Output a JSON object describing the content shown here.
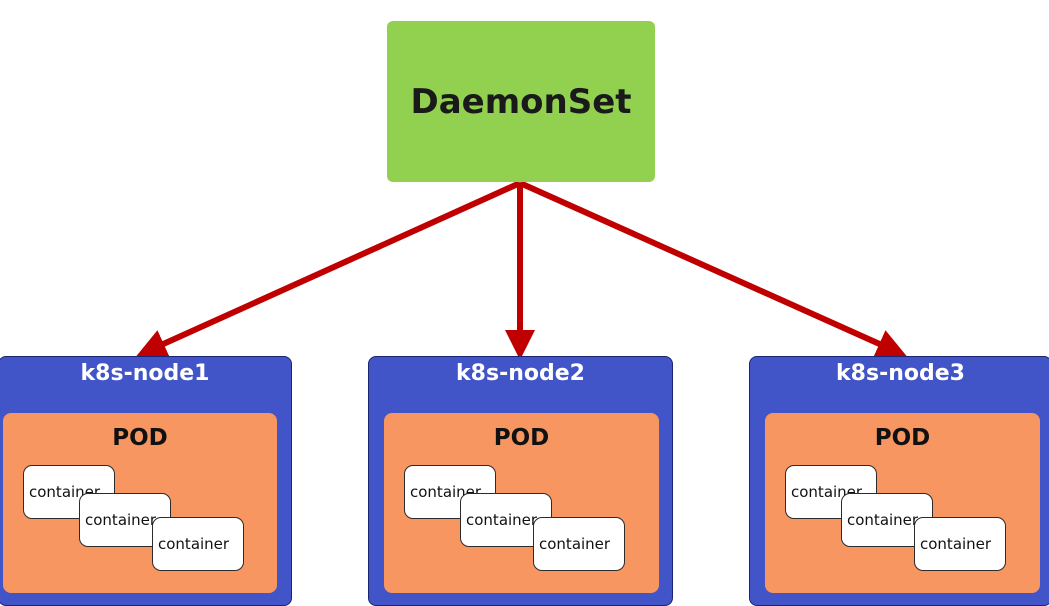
{
  "daemonset": {
    "label": "DaemonSet",
    "color": "#92d050"
  },
  "arrow_color": "#c00000",
  "node_color": "#4155c8",
  "pod_color": "#f79660",
  "nodes": [
    {
      "title": "k8s-node1",
      "pod": {
        "title": "POD",
        "containers": [
          "container",
          "container",
          "container"
        ]
      }
    },
    {
      "title": "k8s-node2",
      "pod": {
        "title": "POD",
        "containers": [
          "container",
          "container",
          "container"
        ]
      }
    },
    {
      "title": "k8s-node3",
      "pod": {
        "title": "POD",
        "containers": [
          "container",
          "container",
          "container"
        ]
      }
    }
  ]
}
